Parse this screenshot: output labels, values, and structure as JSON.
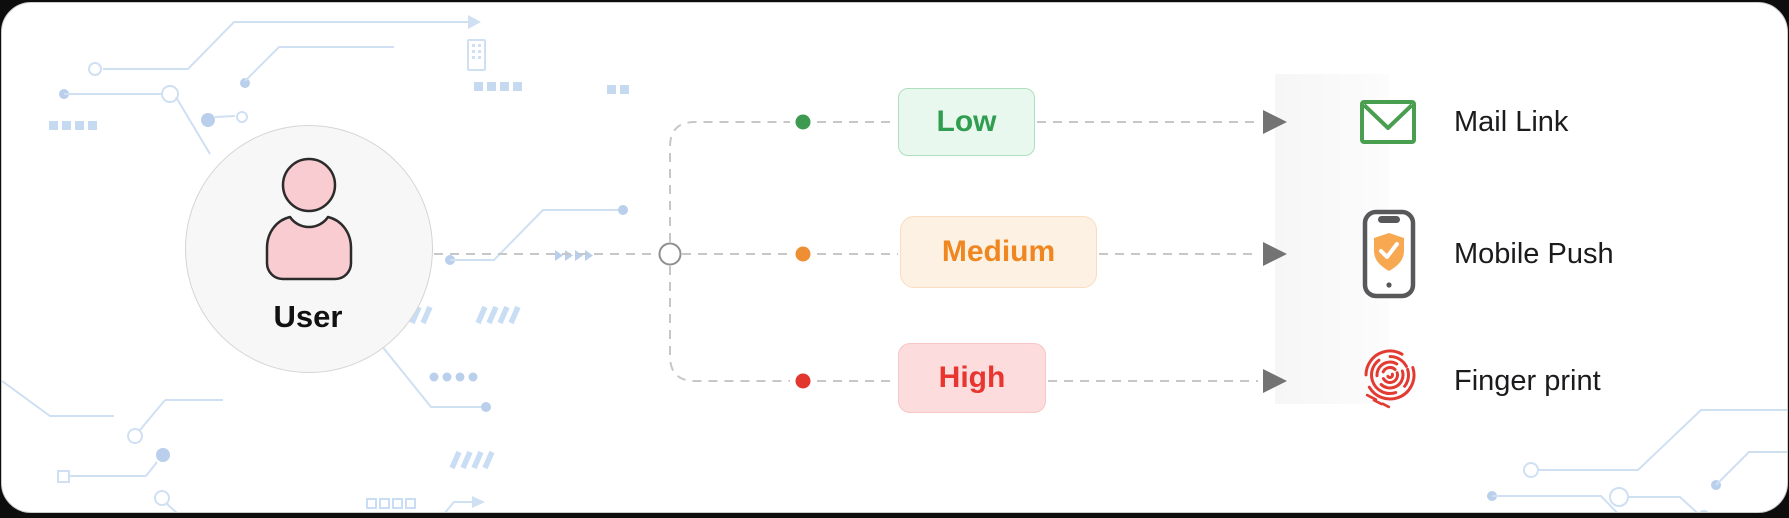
{
  "diagram": {
    "title": "risk-based authentication flow",
    "user": {
      "label": "User",
      "icon": "person-icon",
      "icon_color": "#f9ccd2"
    },
    "branch_node": {
      "icon": "branch-node-circle",
      "stroke": "#8f8f8f"
    },
    "connector_color": "#c7c7c7",
    "arrow_color": "#737373",
    "risk_levels": [
      {
        "label": "Low",
        "text_color": "#2f9e50",
        "bg_color": "#e9f8ee",
        "border_color": "#aee0bd",
        "dot_color": "#3d9a50",
        "method": {
          "label": "Mail Link",
          "icon": "mail-icon",
          "icon_color": "#4a9e4f"
        }
      },
      {
        "label": "Medium",
        "text_color": "#f0861f",
        "bg_color": "#fdf1e4",
        "border_color": "#f8ddc0",
        "dot_color": "#ee8f33",
        "method": {
          "label": "Mobile Push",
          "icon": "mobile-shield-icon",
          "icon_color": "#58585a",
          "shield_color": "#f7a851"
        }
      },
      {
        "label": "High",
        "text_color": "#e8352f",
        "bg_color": "#fcdcdc",
        "border_color": "#f7c6c6",
        "dot_color": "#e2372e",
        "method": {
          "label": "Finger print",
          "icon": "fingerprint-icon",
          "icon_color": "#e23b32"
        }
      }
    ],
    "decoration": {
      "style": "circuit-board traces",
      "color": "#cfe0f3"
    }
  }
}
